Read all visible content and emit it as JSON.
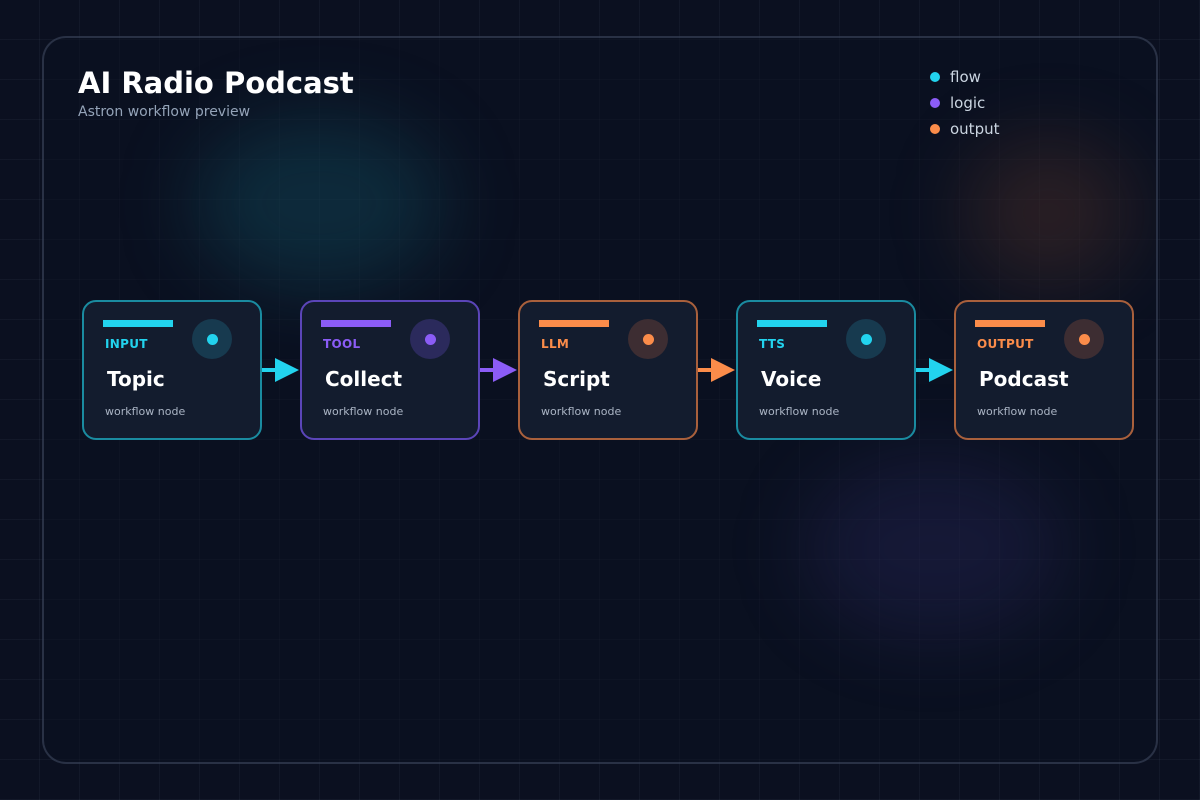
{
  "header": {
    "title": "AI Radio Podcast",
    "subtitle": "Astron workflow preview"
  },
  "legend": [
    {
      "label": "flow",
      "color": "#22d3ee"
    },
    {
      "label": "logic",
      "color": "#8b5cf6"
    },
    {
      "label": "output",
      "color": "#fb8c4a"
    }
  ],
  "nodes": [
    {
      "kind": "INPUT",
      "label": "Topic",
      "desc": "workflow node",
      "color": "#22d3ee",
      "border": "#1a8ba0",
      "badge_bg": "#173a4f"
    },
    {
      "kind": "TOOL",
      "label": "Collect",
      "desc": "workflow node",
      "color": "#8b5cf6",
      "border": "#5b45b8",
      "badge_bg": "#2b2a5c"
    },
    {
      "kind": "LLM",
      "label": "Script",
      "desc": "workflow node",
      "color": "#fb8c4a",
      "border": "#a9603c",
      "badge_bg": "#3d2d32"
    },
    {
      "kind": "TTS",
      "label": "Voice",
      "desc": "workflow node",
      "color": "#22d3ee",
      "border": "#1a8ba0",
      "badge_bg": "#173a4f"
    },
    {
      "kind": "OUTPUT",
      "label": "Podcast",
      "desc": "workflow node",
      "color": "#fb8c4a",
      "border": "#a9603c",
      "badge_bg": "#3d2d32"
    }
  ],
  "connectors": [
    {
      "color": "#22d3ee"
    },
    {
      "color": "#8b5cf6"
    },
    {
      "color": "#fb8c4a"
    },
    {
      "color": "#22d3ee"
    }
  ]
}
